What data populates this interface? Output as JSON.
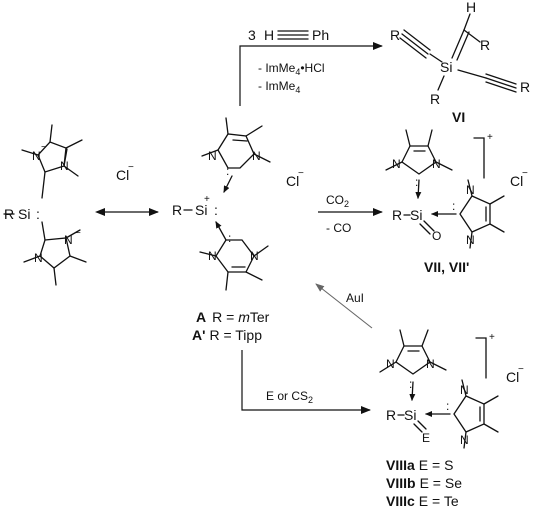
{
  "reagents": {
    "top_count": "3",
    "top_H": "H",
    "top_Ph": "Ph",
    "top_minus1": "- ImMe",
    "top_minus1_sub": "4",
    "top_minus1_tail": "•HCl",
    "top_minus2": "- ImMe",
    "top_minus2_sub": "4",
    "co2": "CO",
    "co2_sub": "2",
    "minus_co": "- CO",
    "aui": "AuI",
    "e_or_cs2": "E or CS",
    "e_or_cs2_sub": "2"
  },
  "labels": {
    "A_bold": "A",
    "A_text": "R = ",
    "A_italic": "m",
    "A_tail": "Ter",
    "Ap_bold": "A'",
    "Ap_text": "R = Tipp",
    "VI": "VI",
    "VII": "VII, VII'",
    "VIIIa_bold": "VIIIa",
    "VIIIa_text": "E = S",
    "VIIIb_bold": "VIIIb",
    "VIIIb_text": "E = Se",
    "VIIIc_bold": "VIIIc",
    "VIIIc_text": "E = Te"
  },
  "atoms": {
    "R": "R",
    "Si": "Si",
    "N": "N",
    "H": "H",
    "O": "O",
    "E": "E",
    "Cl": "Cl",
    "minus": "−",
    "plus": "+",
    "colon": ":"
  }
}
